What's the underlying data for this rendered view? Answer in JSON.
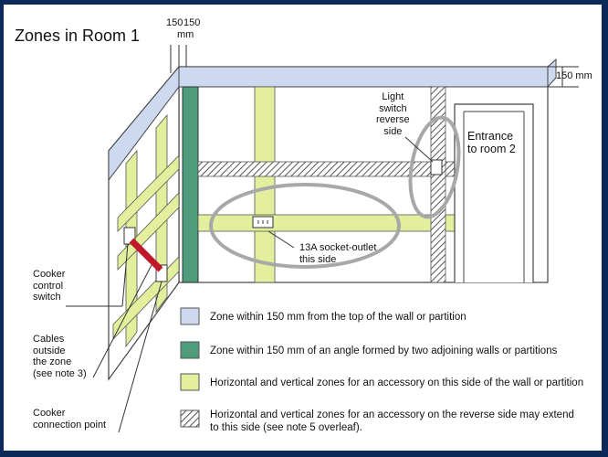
{
  "title": "Zones in Room 1",
  "dimension_labels": {
    "corner_left": "150",
    "corner_right": "150",
    "corner_unit": "mm",
    "top_band": "150 mm"
  },
  "callouts": {
    "light_switch": "Light\nswitch\nreverse\nside",
    "entrance": "Entrance\nto room 2",
    "socket_outlet": "13A socket-outlet\nthis side",
    "cooker_control": "Cooker\ncontrol\nswitch",
    "cables_outside": "Cables\noutside\nthe zone\n(see note 3)",
    "cooker_connection": "Cooker\nconnection point"
  },
  "legend": [
    {
      "text": "Zone within 150 mm from the top of the wall or partition",
      "swatch": "top-band"
    },
    {
      "text": "Zone within 150 mm of an angle formed by two adjoining walls or partitions",
      "swatch": "corner-band"
    },
    {
      "text": "Horizontal and vertical zones for an accessory on this side of the wall or partition",
      "swatch": "this-side"
    },
    {
      "text": "Horizontal and vertical zones for an accessory on the reverse side may extend\nto this side (see note 5 overleaf).",
      "swatch": "reverse-side"
    }
  ],
  "colors": {
    "frame": "#0b2a5a",
    "top_band": "#cdd9ef",
    "corner_band": "#4f9b7c",
    "accessory_zone": "#e3ef9c",
    "hatch": "#666666",
    "highlight_ring": "#a8a8a8",
    "cable": "#c0182a"
  }
}
